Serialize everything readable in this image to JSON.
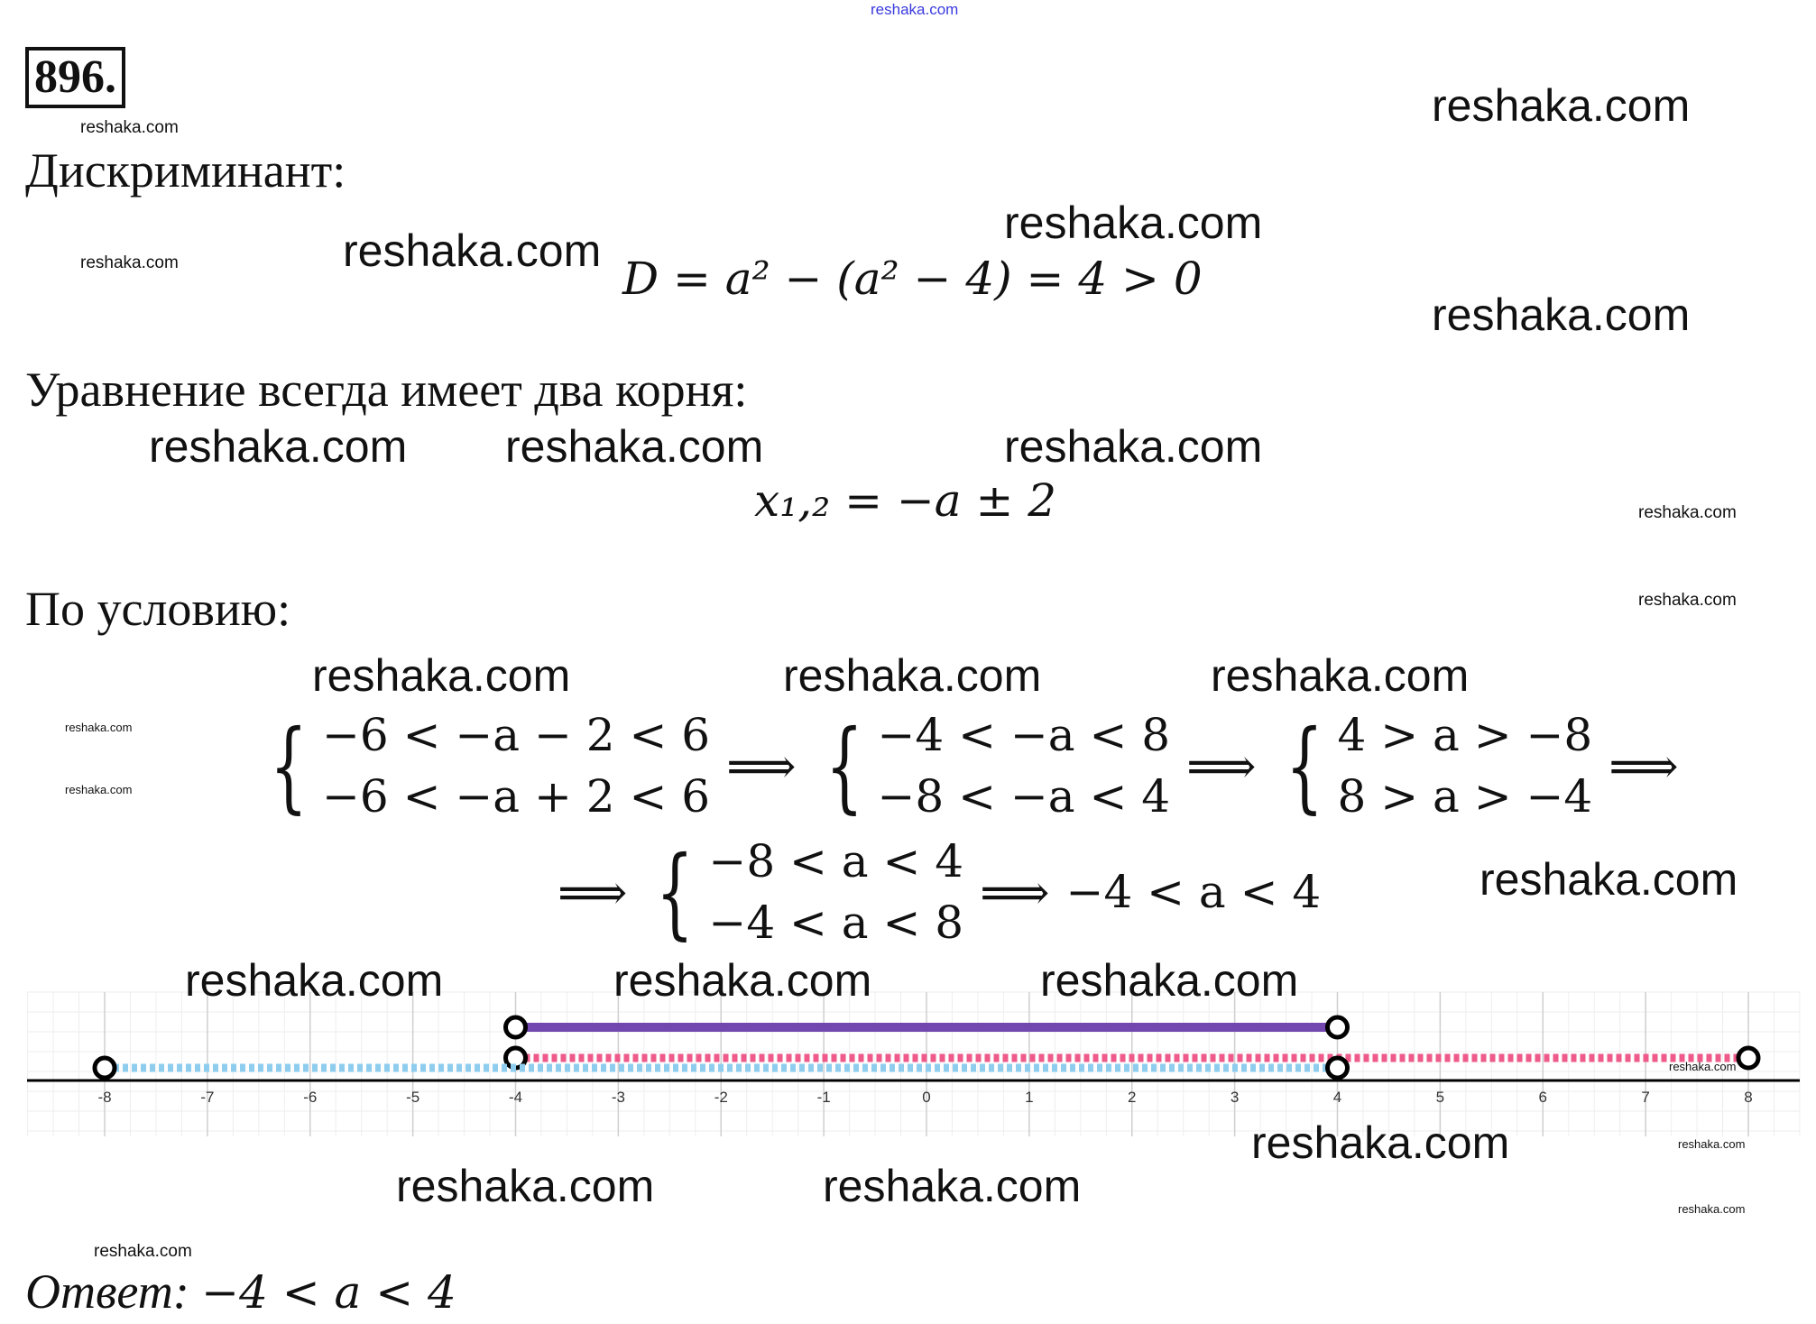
{
  "watermark": "reshaka.com",
  "problem_number": "896.",
  "heading_discriminant": "Дискриминант:",
  "formula_discriminant": "D = a² − (a² − 4) = 4 > 0",
  "heading_roots": "Уравнение всегда имеет два корня:",
  "formula_roots": "x₁,₂ = −a ± 2",
  "heading_condition": "По условию:",
  "system1": [
    "−6 < −a − 2 < 6",
    "−6 < −a + 2 < 6"
  ],
  "system2": [
    "−4 < −a < 8",
    "−8 < −a < 4"
  ],
  "system3": [
    "4 > a > −8",
    "8 > a > −4"
  ],
  "system4": [
    "−8 < a < 4",
    "−4 < a < 8"
  ],
  "arrow": "⟹",
  "result": "−4 < a < 4",
  "answer_label": "Ответ:",
  "answer_value": "−4 < a < 4",
  "number_line": {
    "ticks": [
      "-8",
      "-7",
      "-6",
      "-5",
      "-4",
      "-3",
      "-2",
      "-1",
      "0",
      "1",
      "2",
      "3",
      "4",
      "5",
      "6",
      "7",
      "8"
    ],
    "range": [
      -8,
      8
    ],
    "segments": [
      {
        "name": "solution",
        "from": -4,
        "to": 4,
        "level": 3,
        "color": "#7248b0",
        "style": "solid"
      },
      {
        "name": "interval-minus4-8",
        "from": -4,
        "to": 8,
        "level": 2,
        "color": "#ee5a8a",
        "style": "dashed"
      },
      {
        "name": "interval-minus8-4",
        "from": -8,
        "to": 4,
        "level": 1,
        "color": "#8fcdef",
        "style": "dashed"
      }
    ]
  }
}
